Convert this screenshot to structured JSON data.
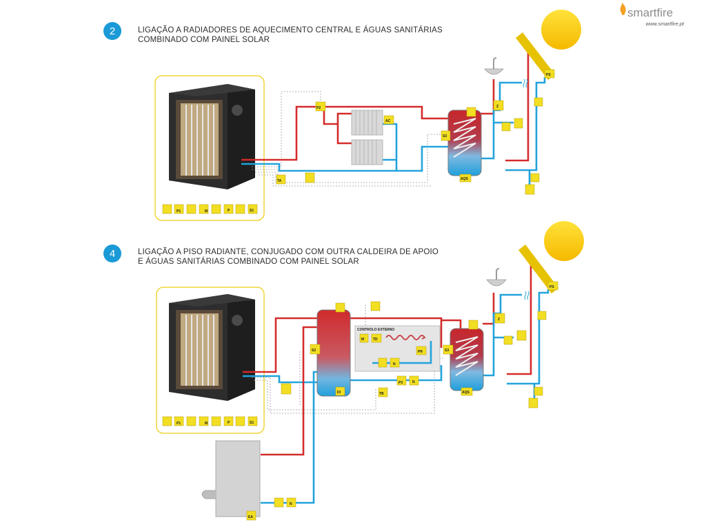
{
  "brand": {
    "name": "smartfire",
    "url": "www.smartfire.pt",
    "color": "#f3a023"
  },
  "colors": {
    "hot_pipe": "#d52b2b",
    "cold_pipe": "#22a3dc",
    "tag": "#f2de22",
    "step_badge": "#1a9ad6",
    "sun": "#f7c900"
  },
  "sections": [
    {
      "number": "2",
      "title_line1": "LIGAÇÃO A RADIADORES DE AQUECIMENTO CENTRAL E ÁGUAS SANITÁRIAS",
      "title_line2": "COMBINADO COM PAINEL SOLAR"
    },
    {
      "number": "4",
      "title_line1": "LIGAÇÃO A PISO RADIANTE, CONJUGADO COM OUTRA CALDEIRA DE APOIO",
      "title_line2": "E ÁGUAS SANITÁRIAS COMBINADO COM PAINEL SOLAR"
    }
  ],
  "tags": {
    "ps": "PS",
    "ac": "AC",
    "p2": "P2",
    "s3": "S3",
    "aqs": "AQS",
    "ta": "TA",
    "p1": "P1",
    "m": "M",
    "p": "P",
    "s1": "S1",
    "s2": "S2",
    "di": "DI",
    "td": "TD",
    "pr": "PR",
    "p3": "P3",
    "tb": "TB",
    "ea": "EA",
    "z": "Z",
    "n": "N"
  },
  "external_control": "CONTROLO EXTERNO",
  "icons": [
    "pump-icon",
    "three-way-valve-icon",
    "sensor-icon",
    "expansion-vessel-icon",
    "faucet-icon",
    "solar-panel-icon",
    "sun-icon",
    "boiler-icon",
    "radiator-icon",
    "tank-icon",
    "underfloor-coil-icon"
  ]
}
